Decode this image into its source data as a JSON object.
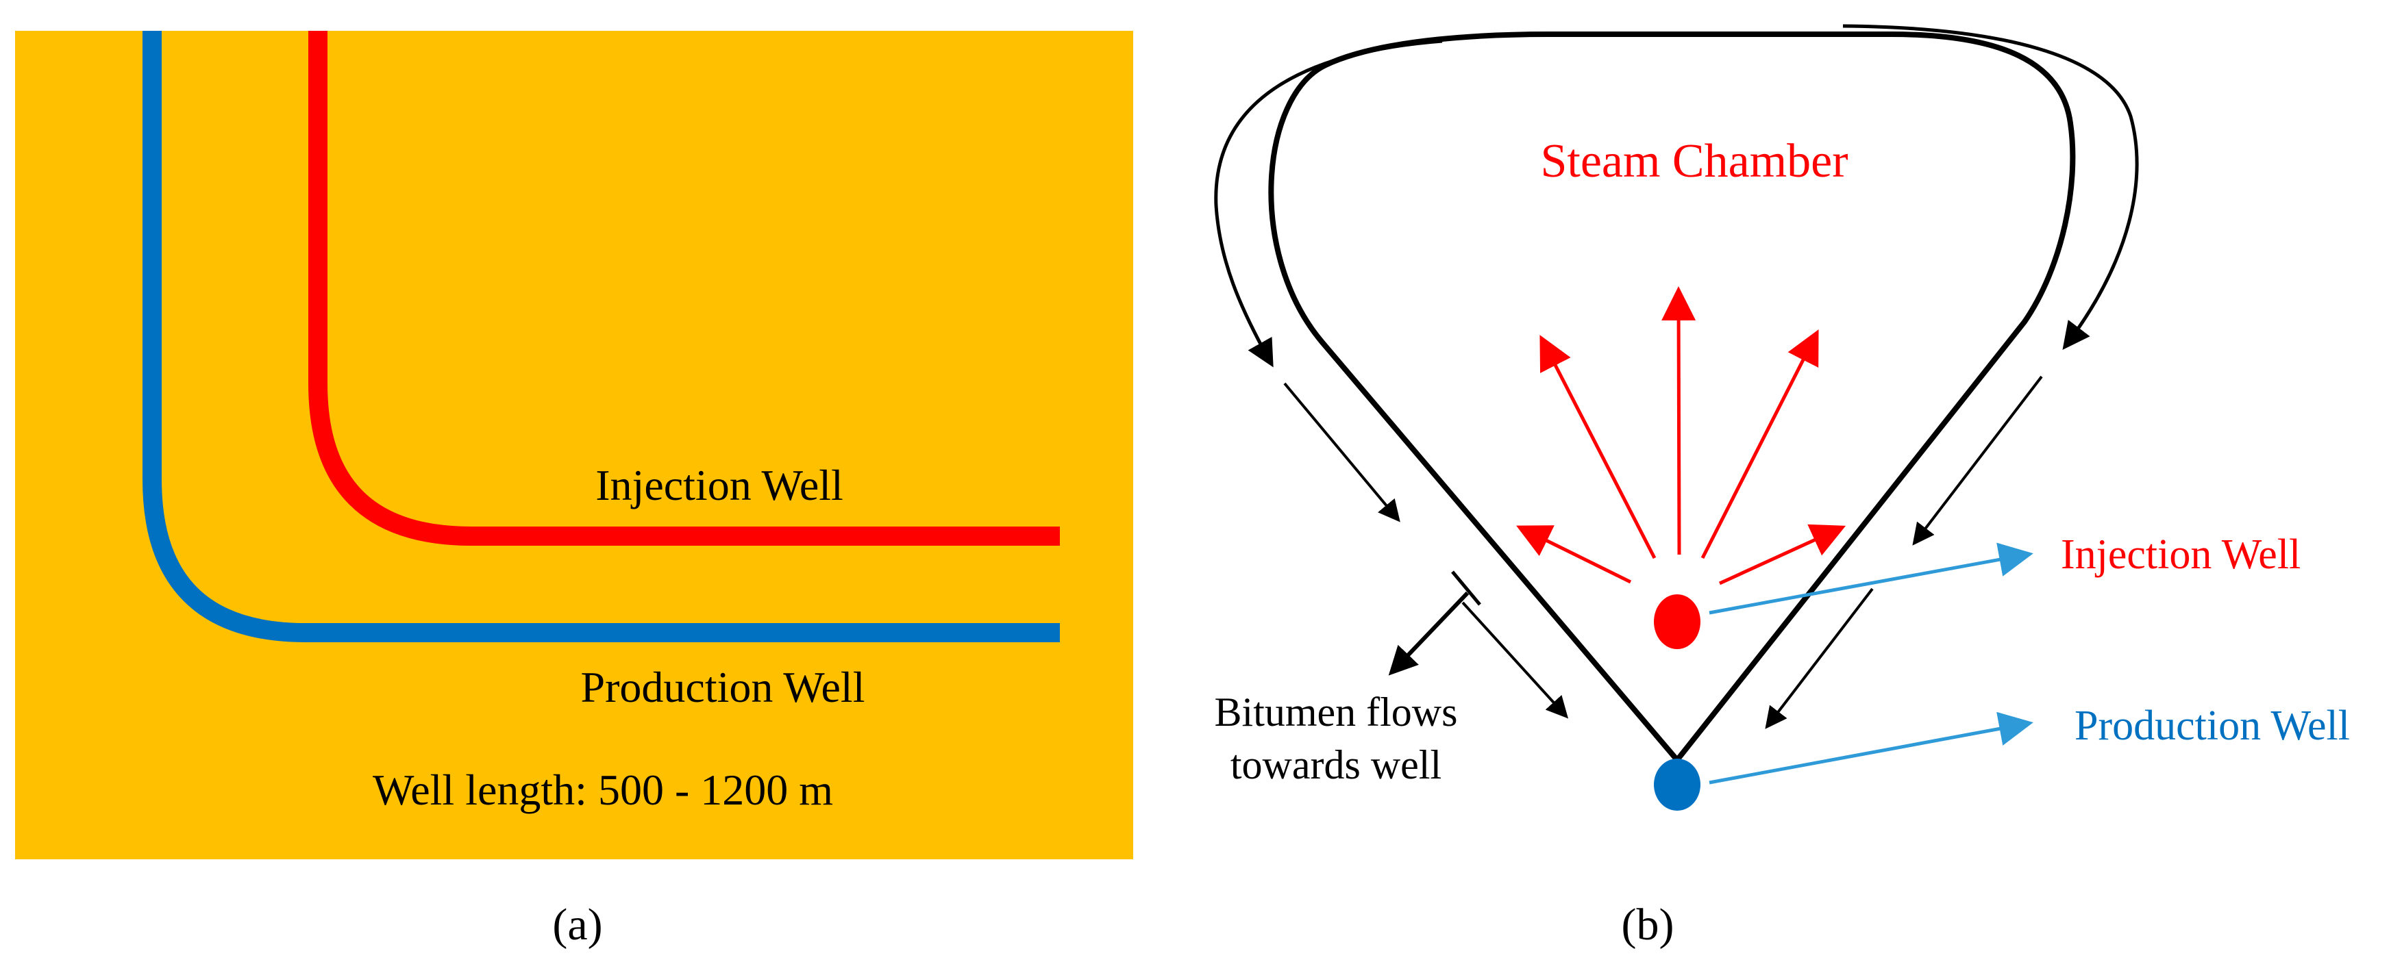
{
  "panel_a": {
    "injection_label": "Injection Well",
    "production_label": "Production Well",
    "length_label": "Well length: 500 - 1200 m",
    "caption": "(a)",
    "colors": {
      "formation": "#FFC000",
      "injection_well": "#FF0000",
      "production_well": "#0070C0"
    }
  },
  "panel_b": {
    "chamber_label": "Steam Chamber",
    "injection_label": "Injection Well",
    "production_label": "Production Well",
    "flow_label_line1": "Bitumen flows",
    "flow_label_line2": "towards well",
    "caption": "(b)",
    "colors": {
      "steam": "#FF0000",
      "injection_well": "#FF0000",
      "production_well": "#0070C0",
      "callout_arrows": "#2F9AD8",
      "outline": "#000000",
      "production_label": "#0070C0"
    }
  }
}
